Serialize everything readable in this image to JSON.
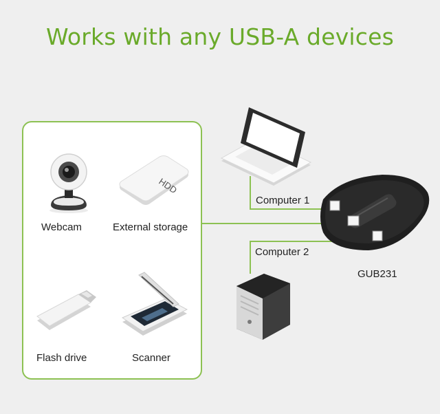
{
  "title": "Works with any USB-A devices",
  "devices": {
    "webcam": "Webcam",
    "external_storage": "External storage",
    "hdd_text": "HDD",
    "flash_drive": "Flash drive",
    "scanner": "Scanner"
  },
  "computers": {
    "computer1": "Computer 1",
    "computer2": "Computer 2"
  },
  "switch_model": "GUB231",
  "colors": {
    "accent": "#6aaa2a",
    "wire": "#8cc152",
    "background": "#efefef"
  }
}
